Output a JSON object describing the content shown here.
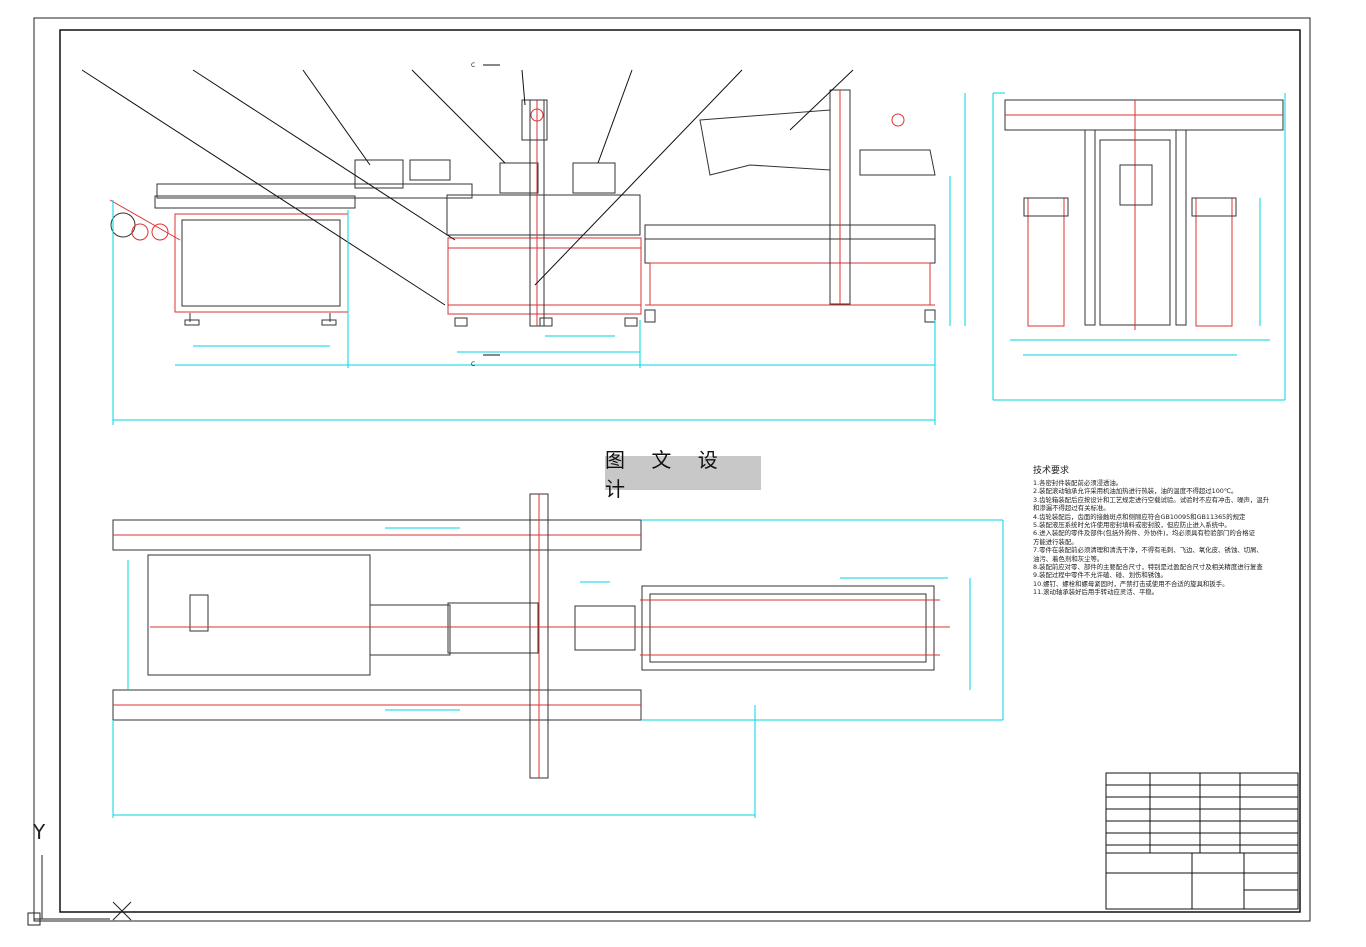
{
  "drawing": {
    "watermark": "图 文 设 计",
    "section_marks": {
      "top": "C",
      "bottom": "C"
    },
    "ucs_axis_label": "Y",
    "technical_requirements": {
      "title": "技术要求",
      "lines": [
        "1.各密封件装配前必须浸透油。",
        "2.装配滚动轴承允许采用机油加热进行热装，油的温度不得超过100℃。",
        "3.齿轮箱装配后应按设计和工艺规定进行空载试验。试验时不应有冲击、噪声，温升",
        "和渗漏不得超过有关标准。",
        "4.齿轮装配后，齿面的接触斑点和侧隙应符合GB10095和GB11365的规定",
        "5.装配液压系统时允许使用密封填料或密封胶，但应防止进入系统中。",
        "6.进入装配的零件及部件(包括外购件、外协件)，均必须具有检验部门的合格证",
        "方能进行装配。",
        "7.零件在装配前必须清理和清洗干净，不得有毛刺、飞边、氧化皮、锈蚀、切屑、",
        "油污、着色剂和灰尘等。",
        "8.装配前应对零、部件的主要配合尺寸，特别是过盈配合尺寸及相关精度进行复查",
        "9.装配过程中零件不允许磕、碰、划伤和锈蚀。",
        "10.螺钉、螺栓和螺母紧固时，严禁打击或使用不合适的旋具和扳手。",
        "11.滚动轴承装好后用手转动应灵活、平稳。"
      ]
    },
    "colors": {
      "frame": "#111111",
      "outline": "#333333",
      "dimension": "#00d5e5",
      "centerline": "#ff2a2a",
      "title_block_text": "#2ee66f"
    }
  }
}
